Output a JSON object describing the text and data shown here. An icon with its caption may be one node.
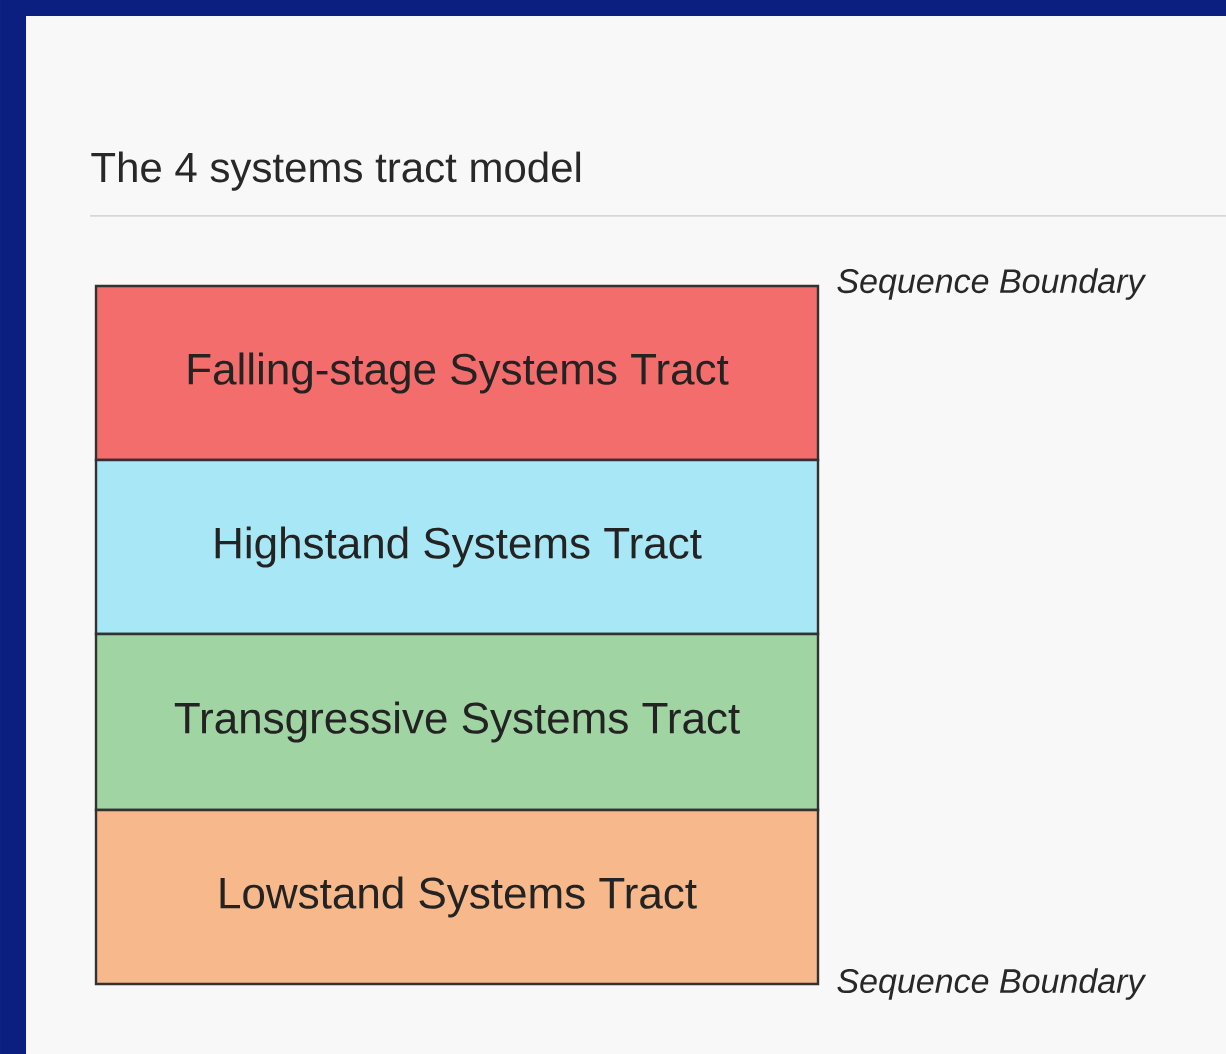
{
  "diagram": {
    "title": "The 4 systems tract model",
    "nodes": [
      {
        "text": [
          "Falling-stage Systems Tract"
        ]
      },
      {
        "text": [
          "Highstand Systems Tract"
        ]
      },
      {
        "text": [
          "Transgressive Systems Tract"
        ]
      },
      {
        "text": [
          "Lowstand Systems Tract"
        ]
      }
    ],
    "labels": [
      "Sequence Boundary",
      "Sequence Boundary"
    ]
  }
}
